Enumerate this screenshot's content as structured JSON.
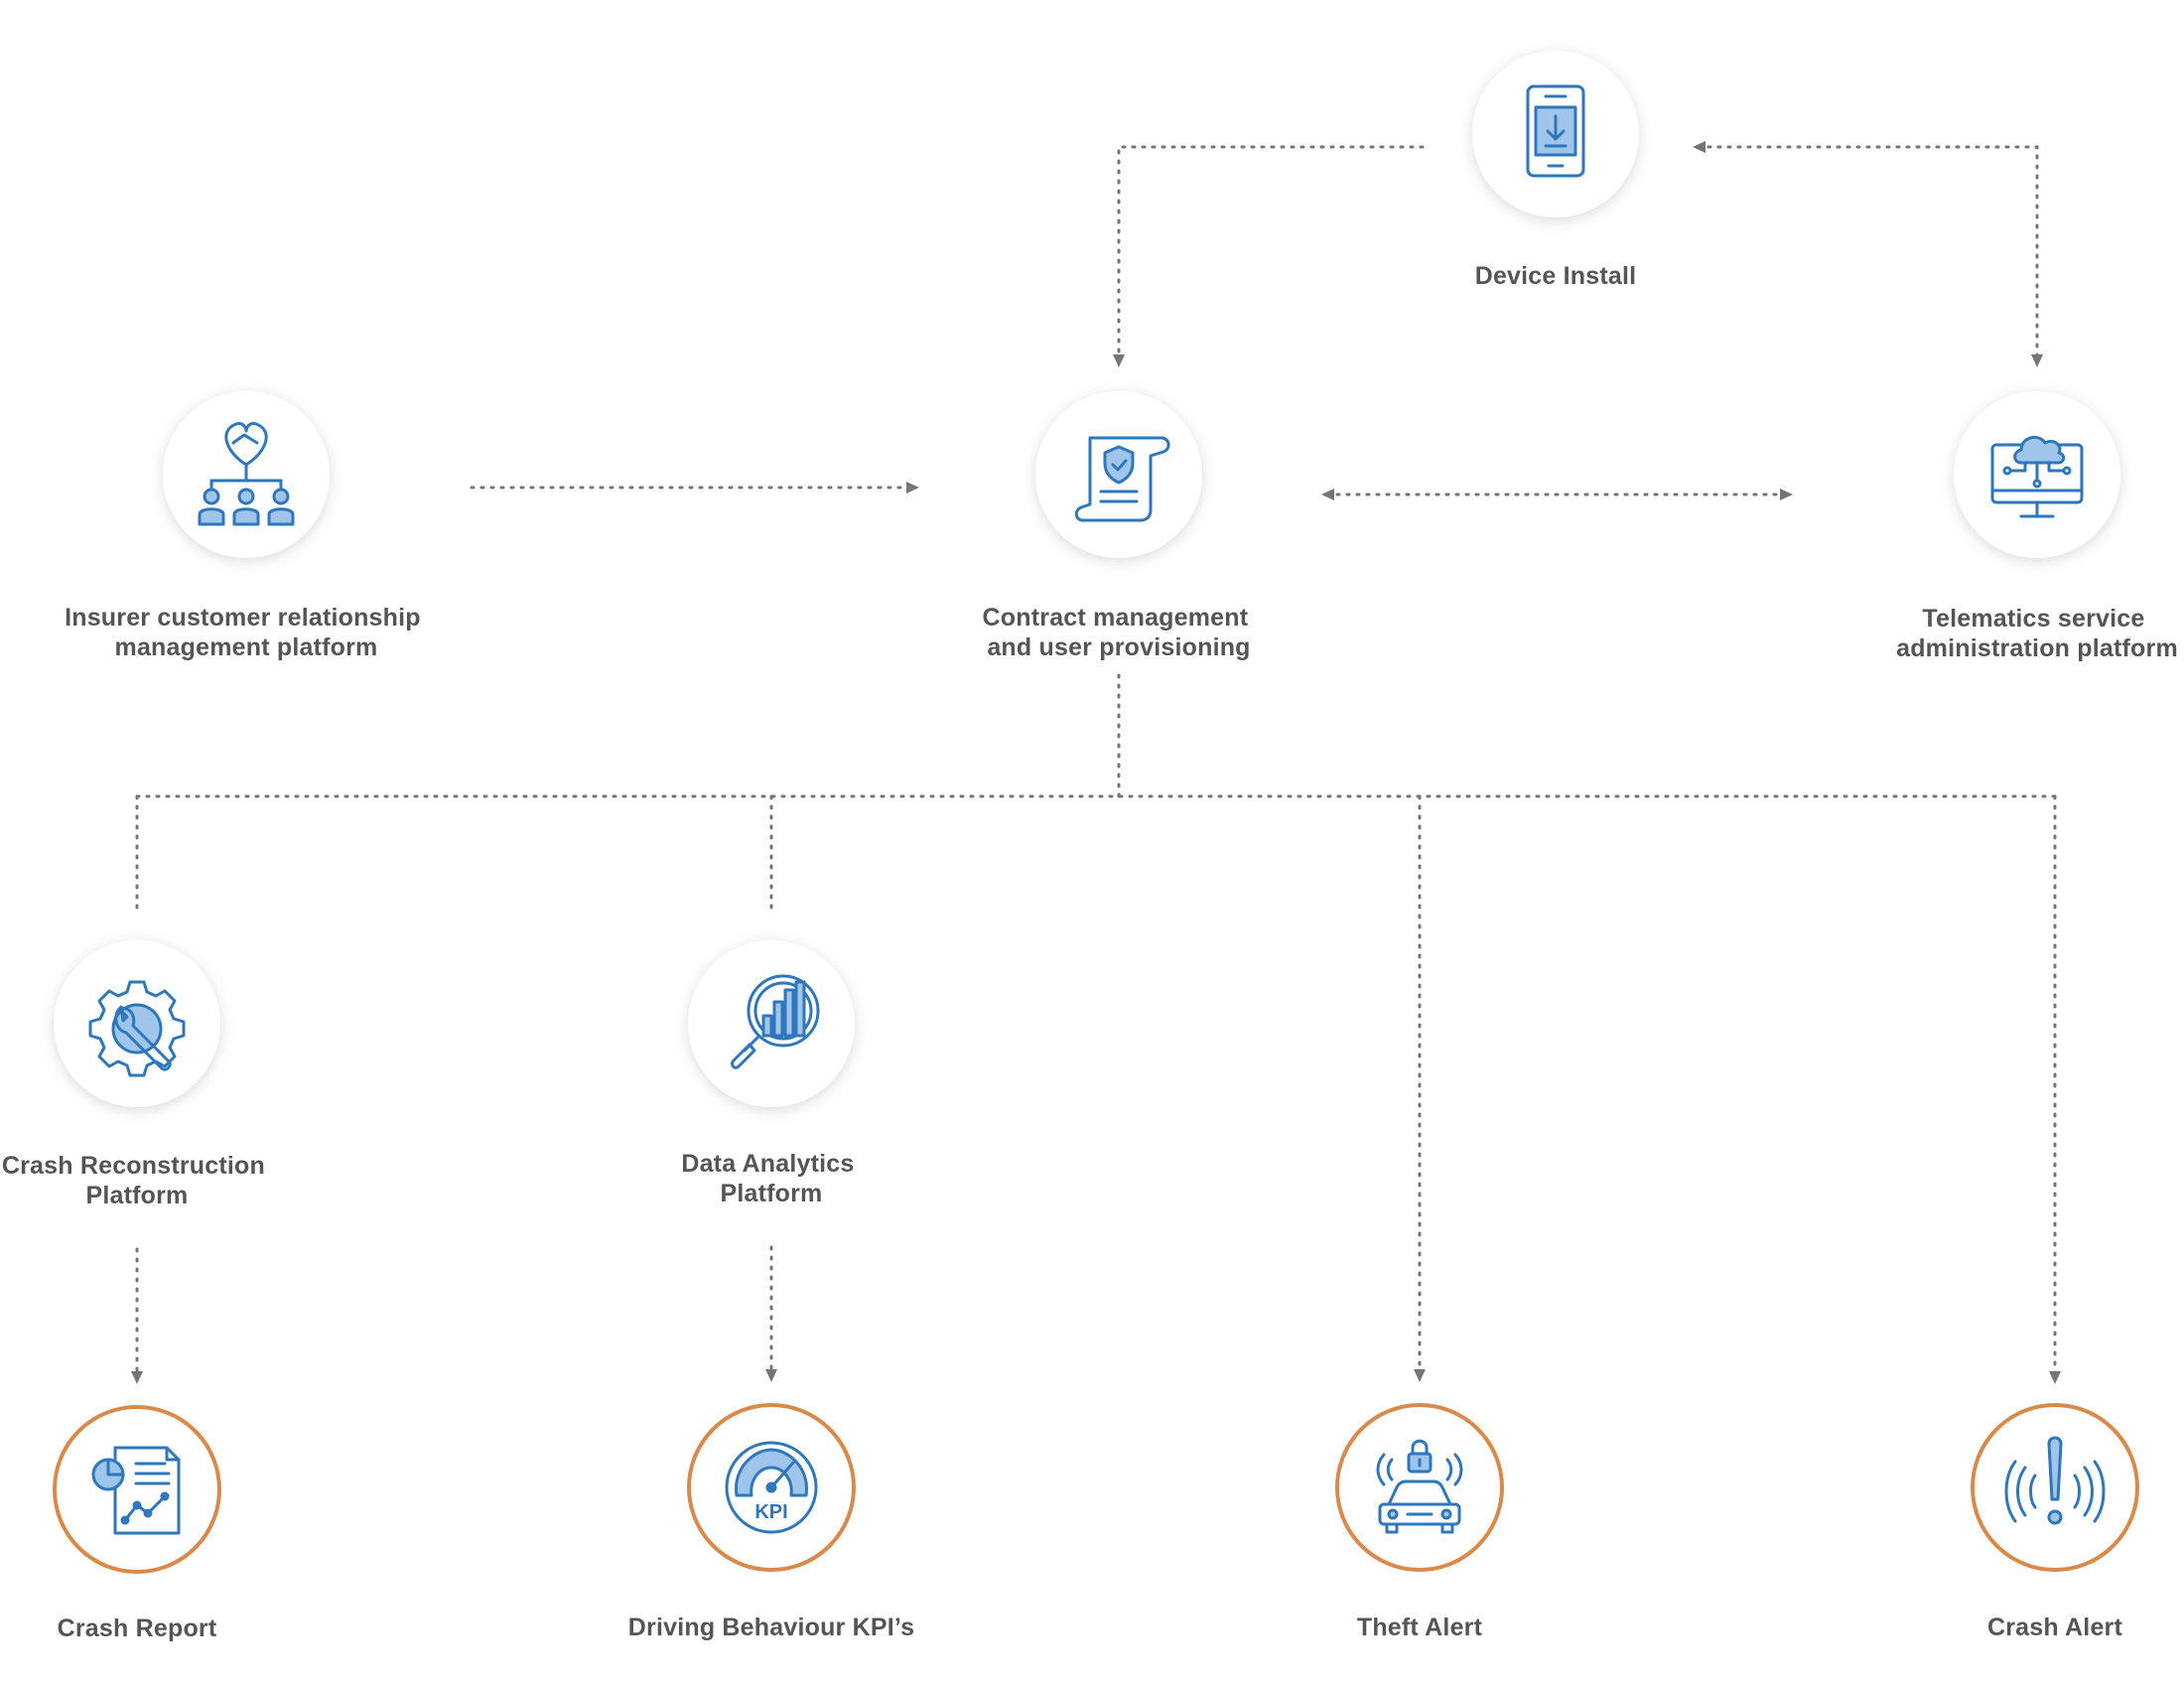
{
  "diagram": {
    "nodes": {
      "device_install": {
        "label_lines": [
          "Device Install"
        ],
        "icon": "tablet-download-icon"
      },
      "insurer_crm": {
        "label_lines": [
          "Insurer customer relationship",
          "management platform"
        ],
        "icon": "handshake-team-icon"
      },
      "contract_management": {
        "label_lines": [
          "Contract management",
          "and user provisioning"
        ],
        "icon": "contract-shield-icon"
      },
      "telematics_admin": {
        "label_lines": [
          "Telematics service",
          "administration platform"
        ],
        "icon": "cloud-monitor-icon"
      },
      "crash_reconstruction": {
        "label_lines": [
          "Crash Reconstruction",
          "Platform"
        ],
        "icon": "gear-wrench-icon"
      },
      "data_analytics": {
        "label_lines": [
          "Data Analytics",
          "Platform"
        ],
        "icon": "analytics-magnifier-icon"
      },
      "crash_report": {
        "label_lines": [
          "Crash Report"
        ],
        "icon": "report-chart-icon"
      },
      "driving_kpis": {
        "label_lines": [
          "Driving Behaviour KPI’s"
        ],
        "icon": "kpi-gauge-icon",
        "icon_text": "KPI"
      },
      "theft_alert": {
        "label_lines": [
          "Theft Alert"
        ],
        "icon": "car-lock-alert-icon"
      },
      "crash_alert": {
        "label_lines": [
          "Crash Alert"
        ],
        "icon": "exclamation-signal-icon"
      }
    },
    "colors": {
      "icon_blue": "#2f77bd",
      "icon_light_blue": "#9fc6ea",
      "output_ring": "#d98a4a",
      "connector": "#757575",
      "label": "#555555"
    }
  }
}
